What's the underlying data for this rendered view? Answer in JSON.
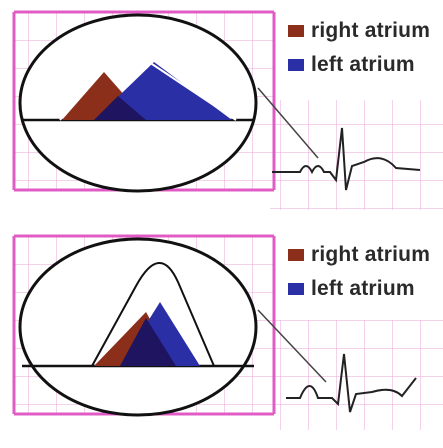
{
  "panels": [
    {
      "id": "top",
      "legend": [
        {
          "label": "right atrium",
          "color": "#8b2e1a"
        },
        {
          "label": "left atrium",
          "color": "#2b2fa6"
        }
      ]
    },
    {
      "id": "bottom",
      "legend": [
        {
          "label": "right atrium",
          "color": "#8b2e1a"
        },
        {
          "label": "left atrium",
          "color": "#2b2fa6"
        }
      ]
    }
  ],
  "colors": {
    "grid": "#e58fce",
    "grid_border": "#e05cc4",
    "right_atrium": "#8b2e1a",
    "left_atrium": "#2b2fa6",
    "overlap": "#1e1460",
    "trace": "#222222"
  }
}
